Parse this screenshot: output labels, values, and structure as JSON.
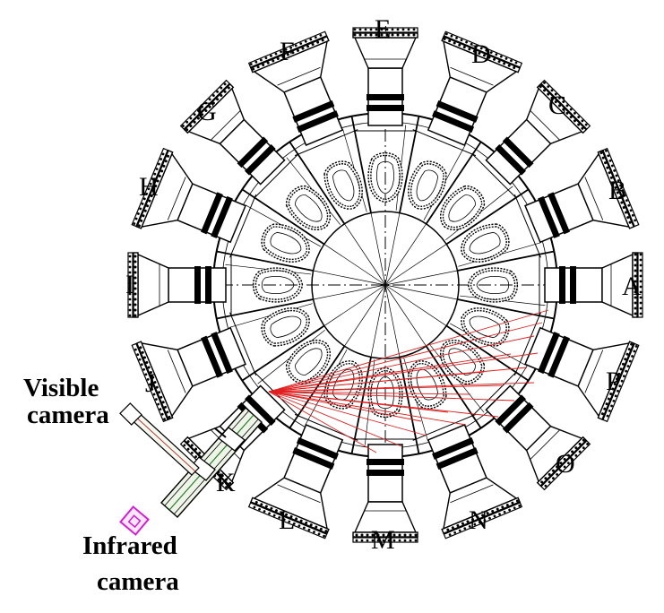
{
  "ports": [
    {
      "id": "A",
      "label": "A"
    },
    {
      "id": "B",
      "label": "B"
    },
    {
      "id": "C",
      "label": "C"
    },
    {
      "id": "D",
      "label": "D"
    },
    {
      "id": "E",
      "label": "E"
    },
    {
      "id": "F",
      "label": "F"
    },
    {
      "id": "G",
      "label": "G"
    },
    {
      "id": "H",
      "label": "H"
    },
    {
      "id": "I",
      "label": "I"
    },
    {
      "id": "J",
      "label": "J"
    },
    {
      "id": "K",
      "label": "K"
    },
    {
      "id": "L",
      "label": "L"
    },
    {
      "id": "M",
      "label": "M"
    },
    {
      "id": "N",
      "label": "N"
    },
    {
      "id": "O",
      "label": "O"
    },
    {
      "id": "P",
      "label": "P"
    }
  ],
  "cameras": {
    "visible": {
      "line1": "Visible",
      "line2": "camera"
    },
    "infrared": {
      "line1": "Infrared",
      "line2": "camera"
    }
  },
  "colors": {
    "line": "#000000",
    "ray": "#e02020",
    "infrared_marker": "#d020d0"
  }
}
